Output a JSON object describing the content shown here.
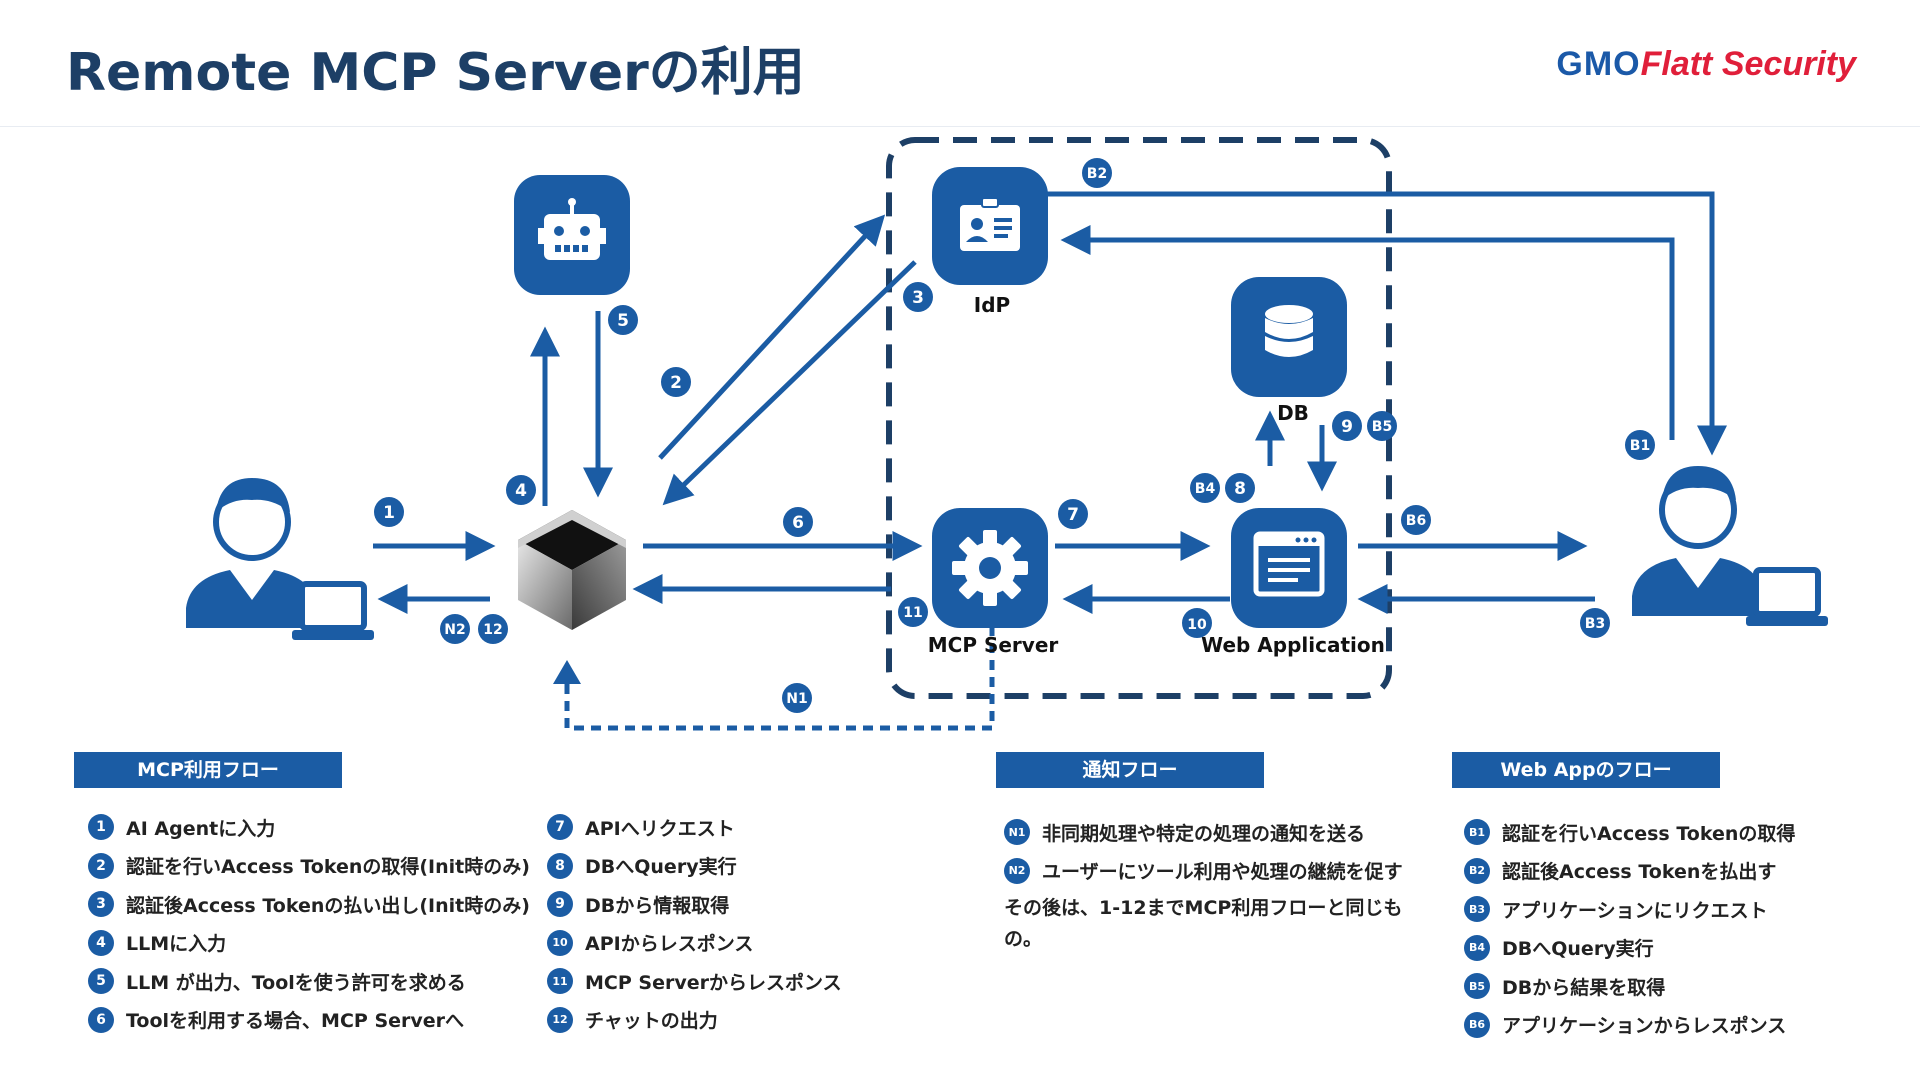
{
  "header": {
    "title": "Remote MCP Serverの利用",
    "logo_gmo": "GMO",
    "logo_flatt": "Flatt Security"
  },
  "diagram": {
    "labels": {
      "idp": "IdP",
      "db": "DB",
      "mcp_server": "MCP Server",
      "web_app": "Web Application"
    },
    "badges": {
      "b1": "1",
      "b2": "2",
      "b3": "3",
      "b4": "4",
      "b5": "5",
      "b6": "6",
      "b7": "7",
      "b8": "8",
      "b9": "9",
      "b10": "10",
      "b11": "11",
      "b12": "12",
      "n1": "N1",
      "n2": "N2",
      "wb1": "B1",
      "wb2": "B2",
      "wb3": "B3",
      "wb4": "B4",
      "wb5": "B5",
      "wb6": "B6"
    },
    "icons": [
      "person-icon",
      "laptop-icon",
      "robot-icon",
      "ai-agent-cube-icon",
      "id-card-icon",
      "database-icon",
      "gear-icon",
      "browser-window-icon"
    ],
    "colors": {
      "primary": "#1b5ca4",
      "dashed_box": "#1d3f66"
    }
  },
  "sections": {
    "mcp_flow": {
      "title": "MCP利用フロー",
      "items": [
        {
          "n": "1",
          "text": "AI Agentに入力"
        },
        {
          "n": "2",
          "text": "認証を行いAccess Tokenの取得(Init時のみ)"
        },
        {
          "n": "3",
          "text": "認証後Access Tokenの払い出し(Init時のみ)"
        },
        {
          "n": "4",
          "text": "LLMに入力"
        },
        {
          "n": "5",
          "text": "LLM が出力、Toolを使う許可を求める"
        },
        {
          "n": "6",
          "text": "Toolを利用する場合、MCP Serverへ"
        },
        {
          "n": "7",
          "text": "APIへリクエスト"
        },
        {
          "n": "8",
          "text": "DBへQuery実行"
        },
        {
          "n": "9",
          "text": "DBから情報取得"
        },
        {
          "n": "10",
          "text": "APIからレスポンス"
        },
        {
          "n": "11",
          "text": "MCP Serverからレスポンス"
        },
        {
          "n": "12",
          "text": "チャットの出力"
        }
      ]
    },
    "notify_flow": {
      "title": "通知フロー",
      "items": [
        {
          "n": "N1",
          "text": "非同期処理や特定の処理の通知を送る"
        },
        {
          "n": "N2",
          "text": "ユーザーにツール利用や処理の継続を促す"
        }
      ],
      "note": "その後は、1-12までMCP利用フローと同じもの。"
    },
    "webapp_flow": {
      "title": "Web Appのフロー",
      "items": [
        {
          "n": "B1",
          "text": "認証を行いAccess Tokenの取得"
        },
        {
          "n": "B2",
          "text": "認証後Access Tokenを払出す"
        },
        {
          "n": "B3",
          "text": "アプリケーションにリクエスト"
        },
        {
          "n": "B4",
          "text": "DBへQuery実行"
        },
        {
          "n": "B5",
          "text": "DBから結果を取得"
        },
        {
          "n": "B6",
          "text": "アプリケーションからレスポンス"
        }
      ]
    }
  }
}
